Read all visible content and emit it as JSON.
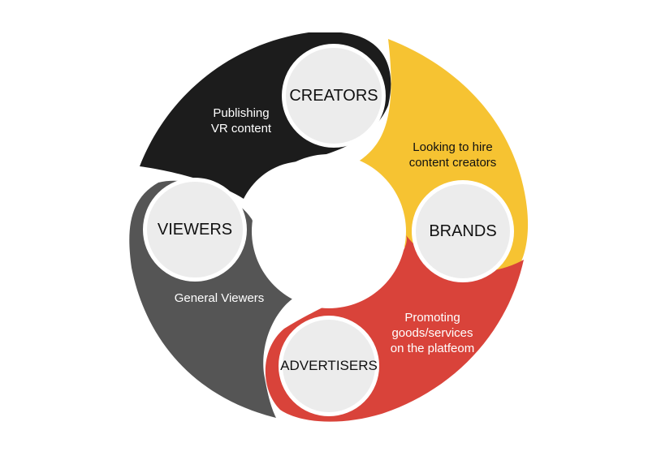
{
  "segments": [
    {
      "id": "creators",
      "title": "CREATORS",
      "description": "Publishing\nVR content",
      "color": "#1c1c1c"
    },
    {
      "id": "brands",
      "title": "BRANDS",
      "description": "Looking to hire\ncontent creators",
      "color": "#f6c332"
    },
    {
      "id": "advertisers",
      "title": "ADVERTISERS",
      "description": "Promoting\ngoods/services\non the platfeom",
      "color": "#d9433a"
    },
    {
      "id": "viewers",
      "title": "VIEWERS",
      "description": "General Viewers",
      "color": "#555555"
    }
  ]
}
